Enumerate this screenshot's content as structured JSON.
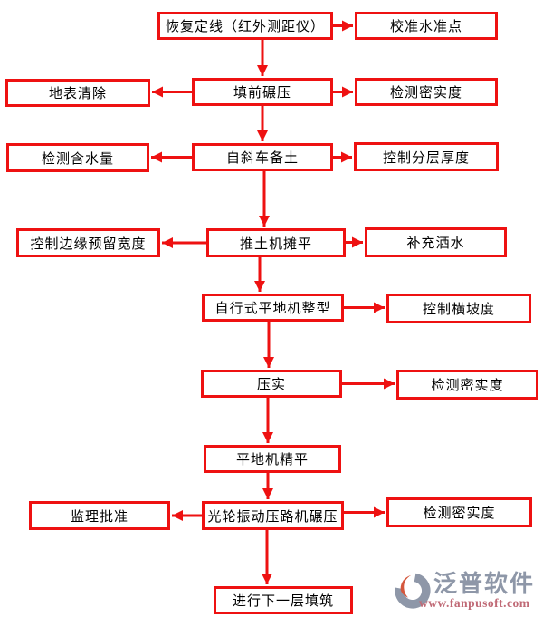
{
  "flowchart": {
    "nodes": [
      {
        "id": "restore-alignment",
        "label": "恢复定线（红外测距仪）"
      },
      {
        "id": "calibrate-benchmark",
        "label": "校准水准点"
      },
      {
        "id": "pre-fill-rolling",
        "label": "填前碾压"
      },
      {
        "id": "surface-clearing",
        "label": "地表清除"
      },
      {
        "id": "density-check-1",
        "label": "检测密实度"
      },
      {
        "id": "soil-delivery",
        "label": "自斜车备土"
      },
      {
        "id": "moisture-check",
        "label": "检测含水量"
      },
      {
        "id": "layer-thickness-control",
        "label": "控制分层厚度"
      },
      {
        "id": "bulldozer-spreading",
        "label": "推土机摊平"
      },
      {
        "id": "edge-reserve-width-control",
        "label": "控制边缘预留宽度"
      },
      {
        "id": "supplemental-watering",
        "label": "补充洒水"
      },
      {
        "id": "motor-grader-shaping",
        "label": "自行式平地机整型"
      },
      {
        "id": "cross-slope-control",
        "label": "控制横坡度"
      },
      {
        "id": "compaction",
        "label": "压实"
      },
      {
        "id": "density-check-2",
        "label": "检测密实度"
      },
      {
        "id": "grader-fine-leveling",
        "label": "平地机精平"
      },
      {
        "id": "vibratory-roller-compaction",
        "label": "光轮振动压路机碾压"
      },
      {
        "id": "supervisor-approval",
        "label": "监理批准"
      },
      {
        "id": "density-check-3",
        "label": "检测密实度"
      },
      {
        "id": "next-layer-filling",
        "label": "进行下一层填筑"
      }
    ],
    "edges": [
      {
        "from": "restore-alignment",
        "to": "calibrate-benchmark"
      },
      {
        "from": "restore-alignment",
        "to": "pre-fill-rolling"
      },
      {
        "from": "pre-fill-rolling",
        "to": "surface-clearing"
      },
      {
        "from": "pre-fill-rolling",
        "to": "density-check-1"
      },
      {
        "from": "pre-fill-rolling",
        "to": "soil-delivery"
      },
      {
        "from": "soil-delivery",
        "to": "moisture-check"
      },
      {
        "from": "soil-delivery",
        "to": "layer-thickness-control"
      },
      {
        "from": "soil-delivery",
        "to": "bulldozer-spreading"
      },
      {
        "from": "bulldozer-spreading",
        "to": "edge-reserve-width-control"
      },
      {
        "from": "bulldozer-spreading",
        "to": "supplemental-watering"
      },
      {
        "from": "bulldozer-spreading",
        "to": "motor-grader-shaping"
      },
      {
        "from": "motor-grader-shaping",
        "to": "cross-slope-control"
      },
      {
        "from": "motor-grader-shaping",
        "to": "compaction"
      },
      {
        "from": "compaction",
        "to": "density-check-2"
      },
      {
        "from": "compaction",
        "to": "grader-fine-leveling"
      },
      {
        "from": "grader-fine-leveling",
        "to": "vibratory-roller-compaction"
      },
      {
        "from": "vibratory-roller-compaction",
        "to": "supervisor-approval"
      },
      {
        "from": "vibratory-roller-compaction",
        "to": "density-check-3"
      },
      {
        "from": "vibratory-roller-compaction",
        "to": "next-layer-filling"
      }
    ]
  },
  "watermark": {
    "brand": "泛普软件",
    "url": "www.fanpusoft.com"
  },
  "colors": {
    "box_border": "#EE1111",
    "arrow": "#EE1111",
    "text": "#000000",
    "background": "#FFFFFF",
    "brand_gray": "#8E97A8",
    "brand_url": "#C06A76",
    "logo_accent": "#D4573D"
  }
}
